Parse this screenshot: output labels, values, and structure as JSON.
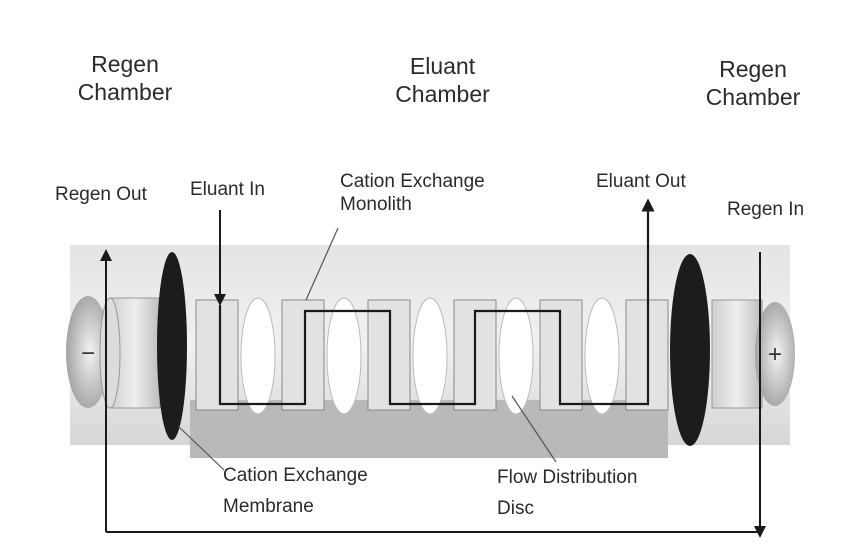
{
  "chambers": {
    "left": {
      "line1": "Regen",
      "line2": "Chamber"
    },
    "center": {
      "line1": "Eluant",
      "line2": "Chamber"
    },
    "right": {
      "line1": "Regen",
      "line2": "Chamber"
    }
  },
  "labels": {
    "regen_out": "Regen Out",
    "eluant_in": "Eluant In",
    "monolith_line1": "Cation Exchange",
    "monolith_line2": "Monolith",
    "eluant_out": "Eluant Out",
    "regen_in": "Regen In",
    "membrane_line1": "Cation Exchange",
    "membrane_line2": "Membrane",
    "disc_line1": "Flow Distribution",
    "disc_line2": "Disc"
  },
  "electrodes": {
    "cathode_symbol": "−",
    "anode_symbol": "+"
  },
  "colors": {
    "line": "#1a1a1a",
    "membrane": "#1c1c1c",
    "monolith_band": "#b9b9b9",
    "text": "#2b2b2b"
  }
}
